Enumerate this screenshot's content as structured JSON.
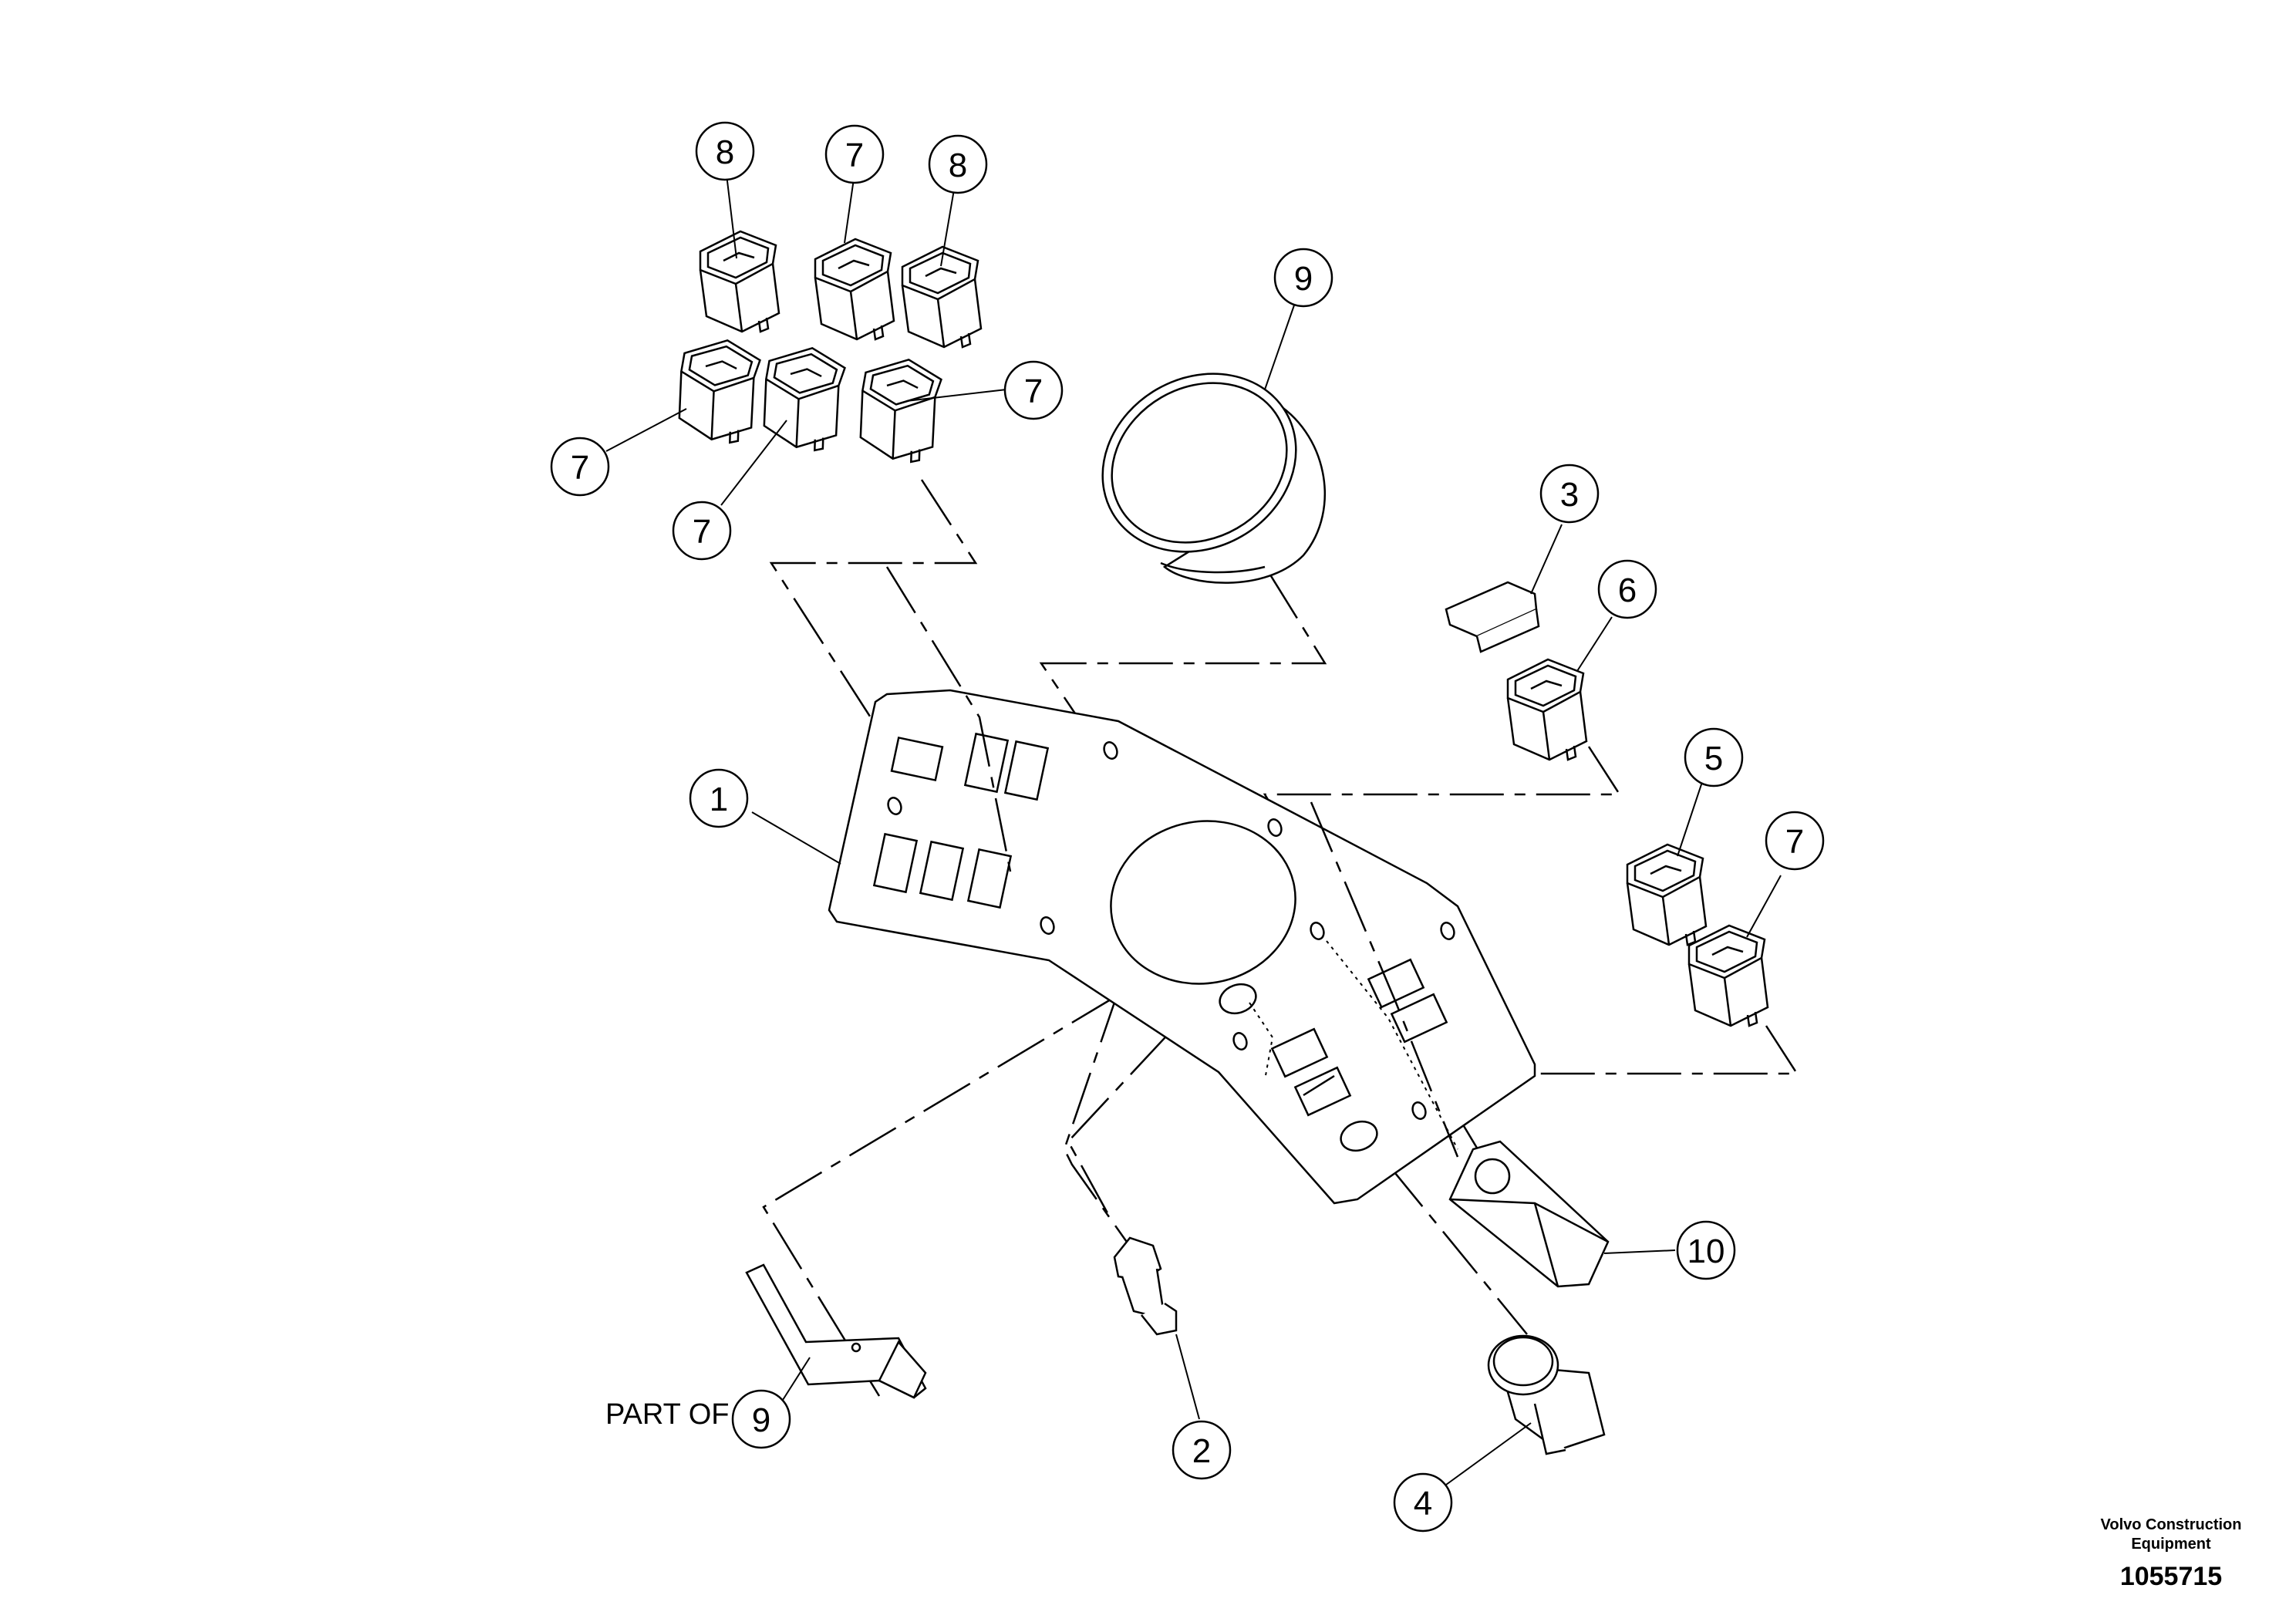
{
  "diagram": {
    "part_of_label": "PART OF",
    "company_line1": "Volvo Construction",
    "company_line2": "Equipment",
    "drawing_number": "1055715",
    "callouts": [
      "8",
      "7",
      "8",
      "9",
      "7",
      "7",
      "7",
      "3",
      "6",
      "1",
      "5",
      "7",
      "10",
      "9",
      "2",
      "4"
    ]
  }
}
